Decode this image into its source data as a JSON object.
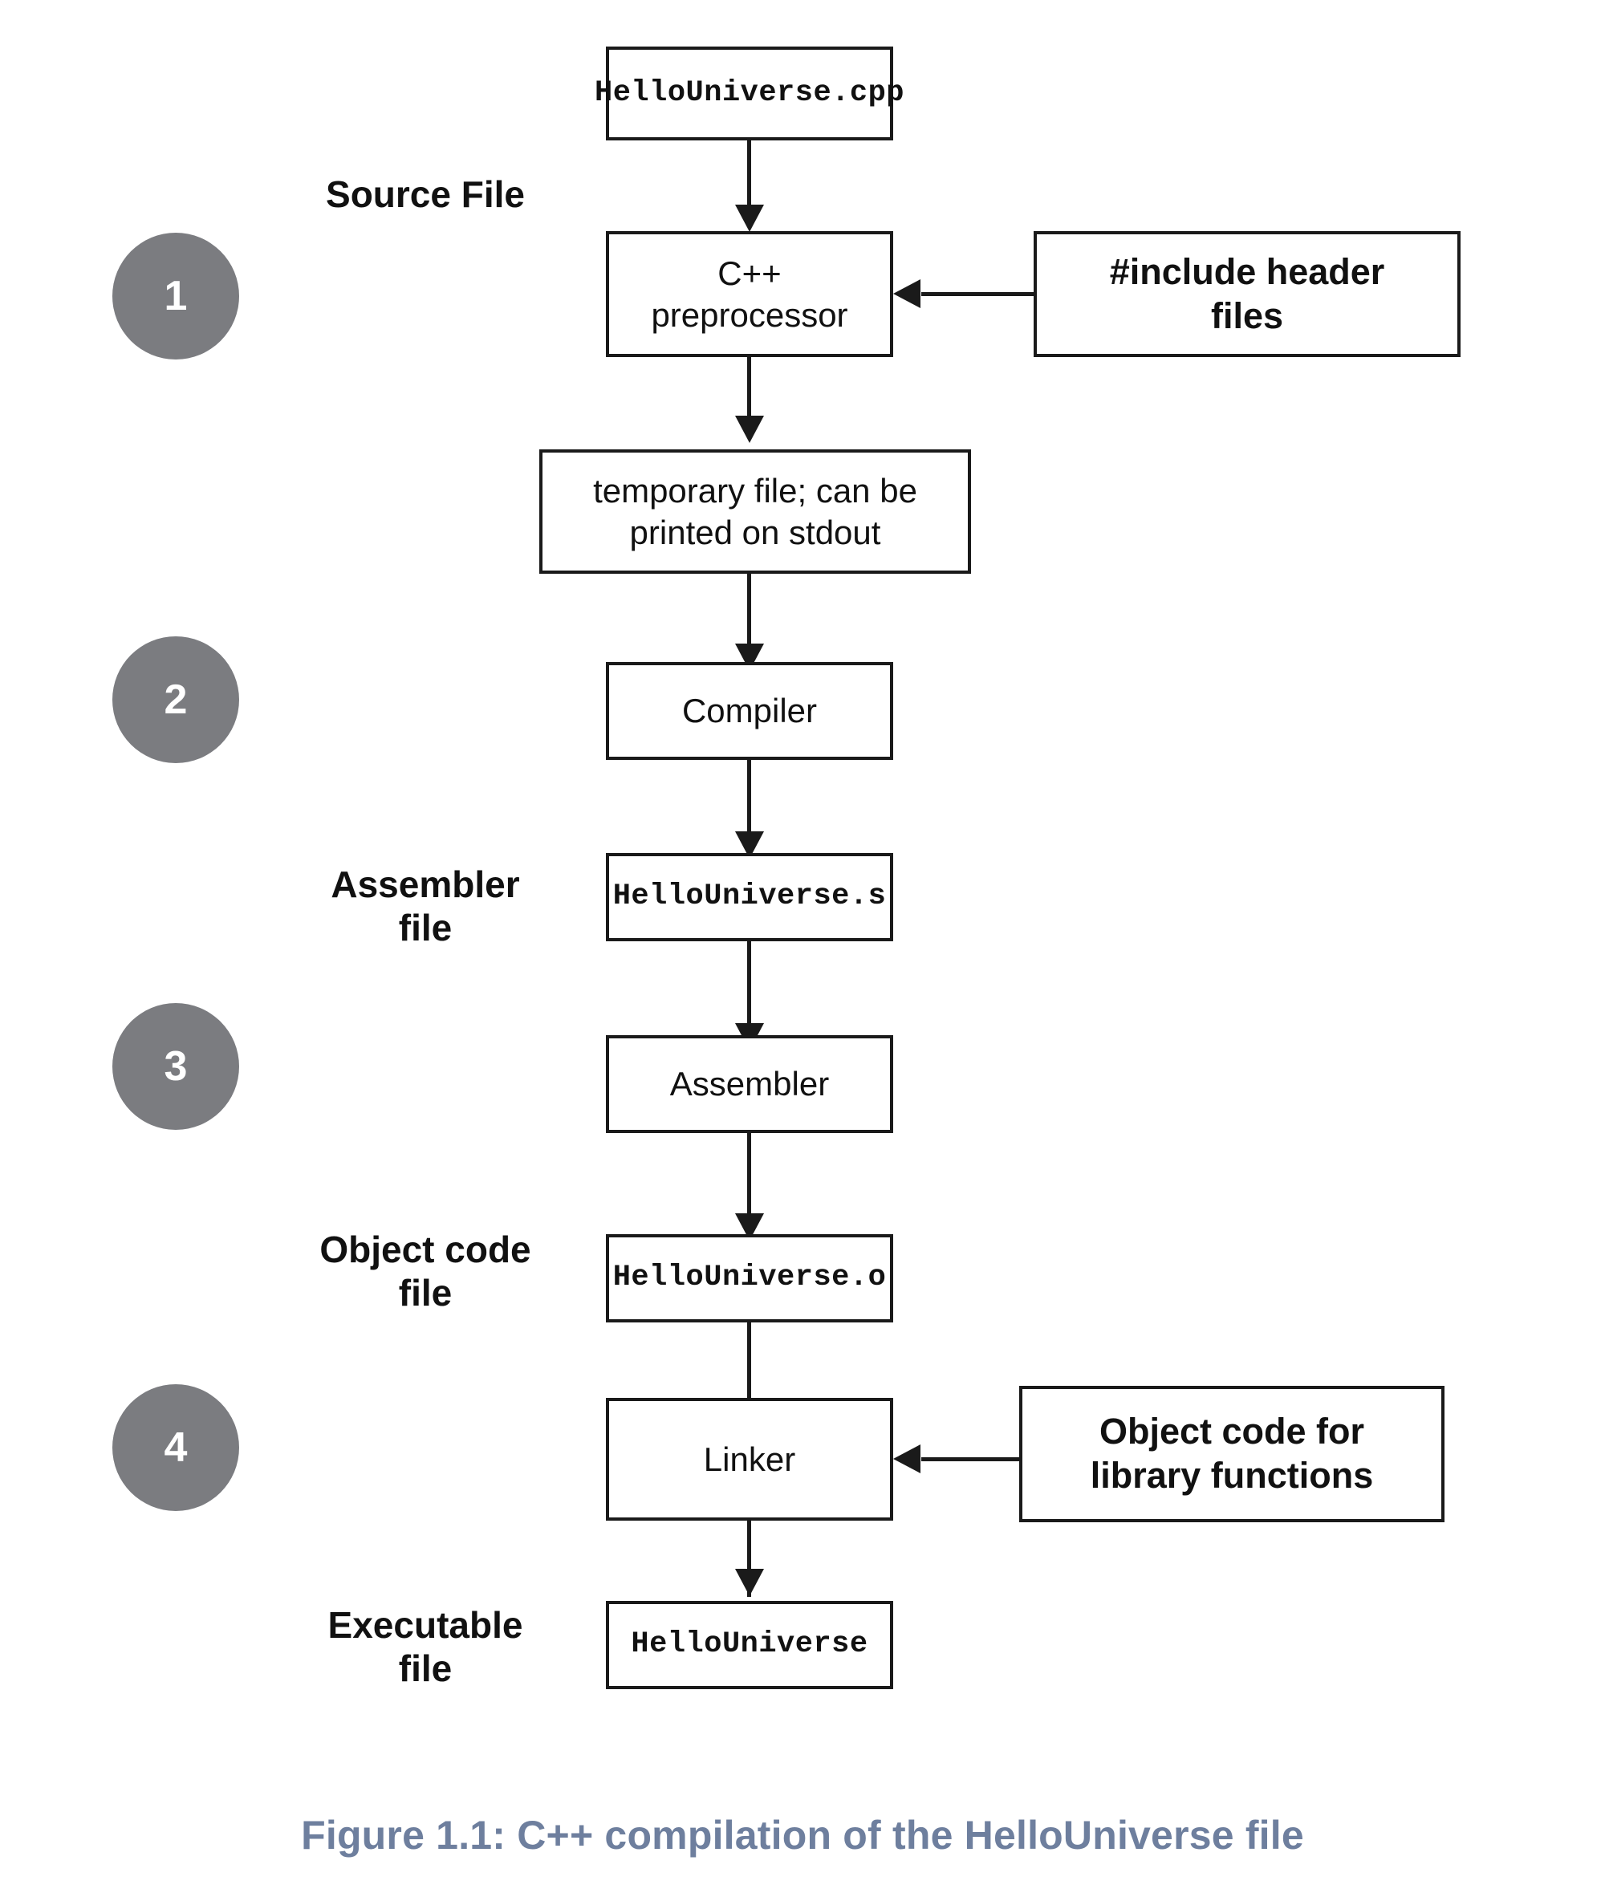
{
  "figure": {
    "caption": "Figure 1.1: C++ compilation of the HelloUniverse file"
  },
  "stages": [
    {
      "number": "1"
    },
    {
      "number": "2"
    },
    {
      "number": "3"
    },
    {
      "number": "4"
    }
  ],
  "side_labels": [
    {
      "text": "Source File"
    },
    {
      "line1": "Assembler",
      "line2": "file"
    },
    {
      "line1": "Object code",
      "line2": "file"
    },
    {
      "line1": "Executable",
      "line2": "file"
    }
  ],
  "nodes": {
    "source_file": "HelloUniverse.cpp",
    "preprocessor_line1": "C++",
    "preprocessor_line2": "preprocessor",
    "include_headers_line1": "#include header",
    "include_headers_line2": "files",
    "temp_file_line1": "temporary file; can be",
    "temp_file_line2": "printed on stdout",
    "compiler": "Compiler",
    "assembler_file": "HelloUniverse.s",
    "assembler": "Assembler",
    "object_file": "HelloUniverse.o",
    "linker": "Linker",
    "library_object_line1": "Object code for",
    "library_object_line2": "library functions",
    "executable": "HelloUniverse"
  },
  "colors": {
    "stage_circle": "#7b7c80",
    "caption": "#6e7f9e",
    "stroke": "#1a1a1a",
    "background": "#ffffff"
  }
}
